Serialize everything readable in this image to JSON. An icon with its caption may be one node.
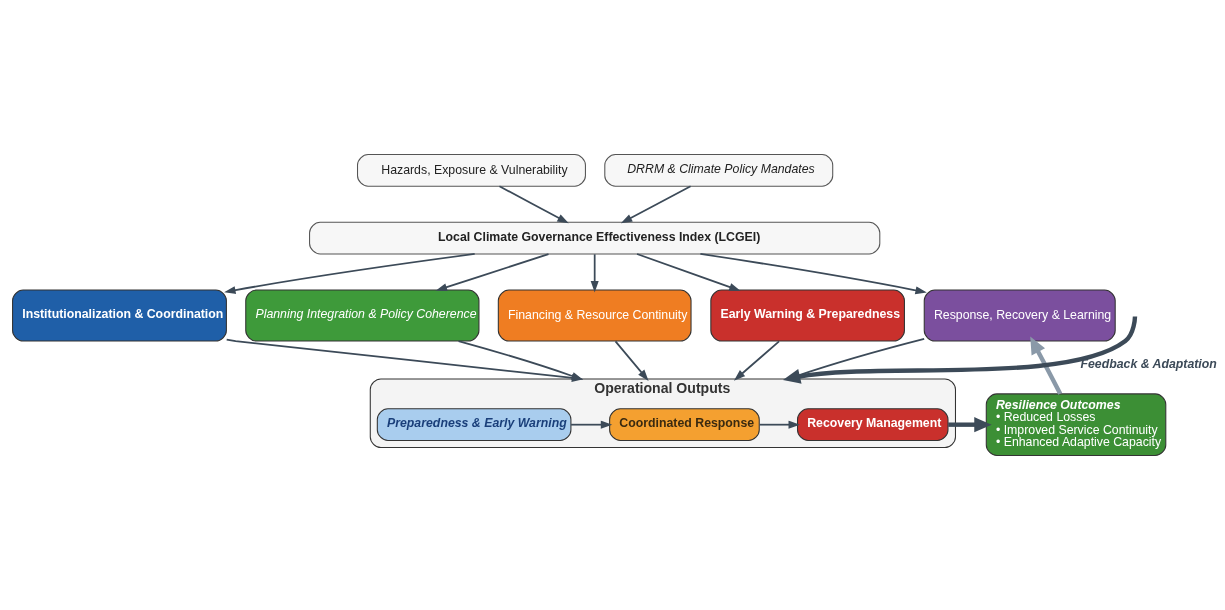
{
  "diagram": {
    "nodes": [
      {
        "text": [
          "Hazards, Exposure & Vulnerability"
        ]
      },
      {
        "text": [
          "DRRM & Climate Policy Mandates"
        ]
      },
      {
        "text": [
          "Local Climate Governance Effectiveness Index (LCGEI)"
        ]
      },
      {
        "text": [
          "Institutionalization & Coordination"
        ]
      },
      {
        "text": [
          "Planning Integration & Policy Coherence"
        ]
      },
      {
        "text": [
          "Financing & Resource Continuity"
        ]
      },
      {
        "text": [
          "Early Warning & Preparedness"
        ]
      },
      {
        "text": [
          "Response, Recovery & Learning"
        ]
      },
      {
        "text": [
          "Operational Outputs"
        ]
      },
      {
        "text": [
          "Preparedness & Early Warning"
        ],
        "in": 8
      },
      {
        "text": [
          "Coordinated Response"
        ],
        "in": 8
      },
      {
        "text": [
          "Recovery Management"
        ],
        "in": 8
      },
      {
        "text": [
          "Resilience Outcomes",
          "• Reduced Losses",
          "• Improved Service Continuity",
          "• Enhanced Adaptive Capacity"
        ]
      }
    ],
    "edges": [
      {
        "from": 0,
        "to": 2,
        "arrow": "to"
      },
      {
        "from": 1,
        "to": 2,
        "arrow": "to"
      },
      {
        "from": 2,
        "to": 3,
        "arrow": "to"
      },
      {
        "from": 2,
        "to": 4,
        "arrow": "to"
      },
      {
        "from": 2,
        "to": 5,
        "arrow": "to"
      },
      {
        "from": 2,
        "to": 6,
        "arrow": "to"
      },
      {
        "from": 2,
        "to": 7,
        "arrow": "to"
      },
      {
        "from": 3,
        "to": 8,
        "arrow": "to"
      },
      {
        "from": 4,
        "to": 8,
        "arrow": "to"
      },
      {
        "from": 5,
        "to": 8,
        "arrow": "to"
      },
      {
        "from": 6,
        "to": 8,
        "arrow": "to"
      },
      {
        "from": 7,
        "to": 8,
        "arrow": "to"
      },
      {
        "from": 9,
        "to": 10,
        "arrow": "to"
      },
      {
        "from": 10,
        "to": 11,
        "arrow": "to"
      },
      {
        "from": 11,
        "to": 12,
        "arrow": "to",
        "style": "thick"
      },
      {
        "from": 12,
        "to": 7,
        "arrow": "to",
        "style": "thick",
        "color": "#8a99a8"
      },
      {
        "from": null,
        "to": 8,
        "arrow": "to",
        "label": "Feedback & Adaptation",
        "style": "thick"
      }
    ]
  }
}
